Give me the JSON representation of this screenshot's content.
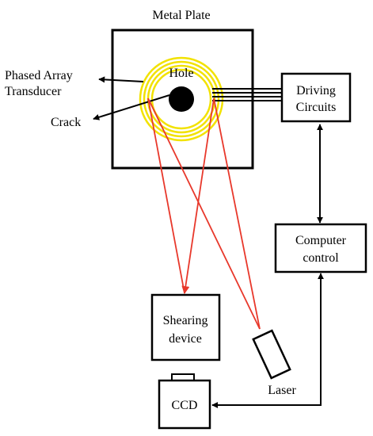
{
  "labels": {
    "metal_plate": "Metal Plate",
    "hole": "Hole",
    "phased_array_line1": "Phased Array",
    "phased_array_line2": "Transducer",
    "crack": "Crack",
    "driving_line1": "Driving",
    "driving_line2": "Circuits",
    "computer_line1": "Computer",
    "computer_line2": "control",
    "shearing_line1": "Shearing",
    "shearing_line2": "device",
    "laser": "Laser",
    "ccd": "CCD"
  },
  "colors": {
    "transducer_rings": "#f2e200",
    "laser_beam": "#e8382b",
    "outline": "#000000"
  }
}
